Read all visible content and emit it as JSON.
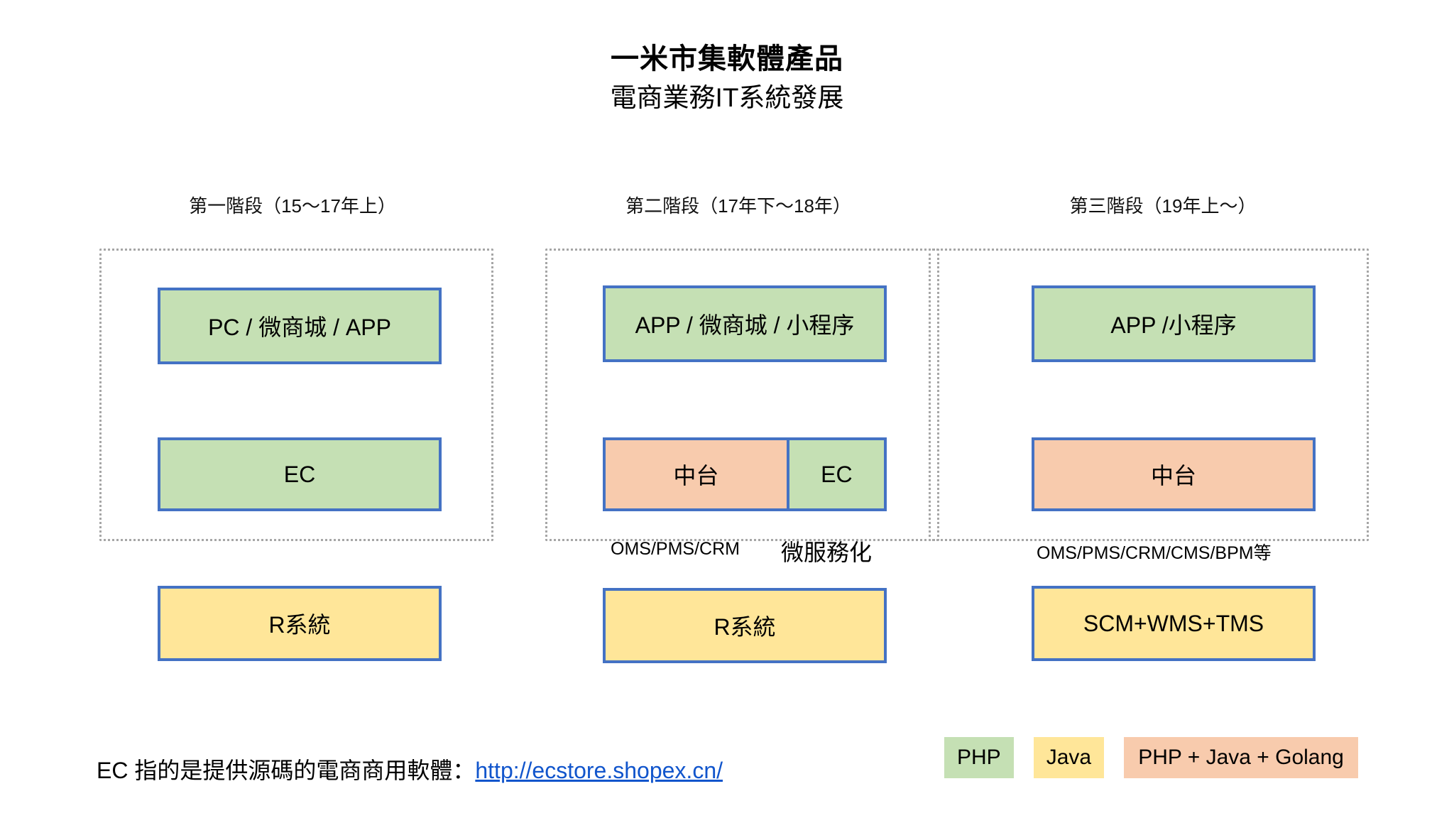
{
  "header": {
    "main_title": "一米市集軟體產品",
    "sub_title": "電商業務IT系統發展"
  },
  "stages": [
    {
      "id": "stage-1",
      "header": "第一階段（15～17年上）",
      "boxes": [
        {
          "label": "PC / 微商城 / APP",
          "color": "green"
        },
        {
          "label": "EC",
          "color": "green"
        },
        {
          "label": "R系統",
          "color": "yellow"
        }
      ],
      "annotations": []
    },
    {
      "id": "stage-2",
      "header": "第二階段（17年下～18年）",
      "boxes": [
        {
          "label": "APP / 微商城 / 小程序",
          "color": "green"
        },
        {
          "label_left": "中台",
          "label_right": "EC",
          "color_left": "orange",
          "color_right": "green"
        },
        {
          "label": "R系統",
          "color": "yellow"
        }
      ],
      "annotations": [
        {
          "text": "OMS/PMS/CRM",
          "size": "small"
        },
        {
          "text": "微服務化",
          "size": "big"
        }
      ]
    },
    {
      "id": "stage-3",
      "header": "第三階段（19年上～）",
      "boxes": [
        {
          "label": "APP /小程序",
          "color": "green"
        },
        {
          "label": "中台",
          "color": "orange"
        },
        {
          "label": "SCM+WMS+TMS",
          "color": "yellow"
        }
      ],
      "annotations": [
        {
          "text": "OMS/PMS/CRM/CMS/BPM等",
          "size": "small"
        }
      ]
    }
  ],
  "footnote": {
    "text": "EC 指的是提供源碼的電商商用軟體：",
    "link": "http://ecstore.shopex.cn/"
  },
  "legend": [
    {
      "label": "PHP",
      "color": "green",
      "hex": "#c5e0b4"
    },
    {
      "label": "Java",
      "color": "yellow",
      "hex": "#ffe699"
    },
    {
      "label": "PHP + Java + Golang",
      "color": "orange",
      "hex": "#f8cbad"
    }
  ],
  "colors": {
    "box_border": "#4472c4",
    "green_fill": "#c5e0b4",
    "yellow_fill": "#ffe699",
    "orange_fill": "#f8cbad",
    "dotted_frame": "#a6a6a6",
    "link": "#1155cc"
  }
}
